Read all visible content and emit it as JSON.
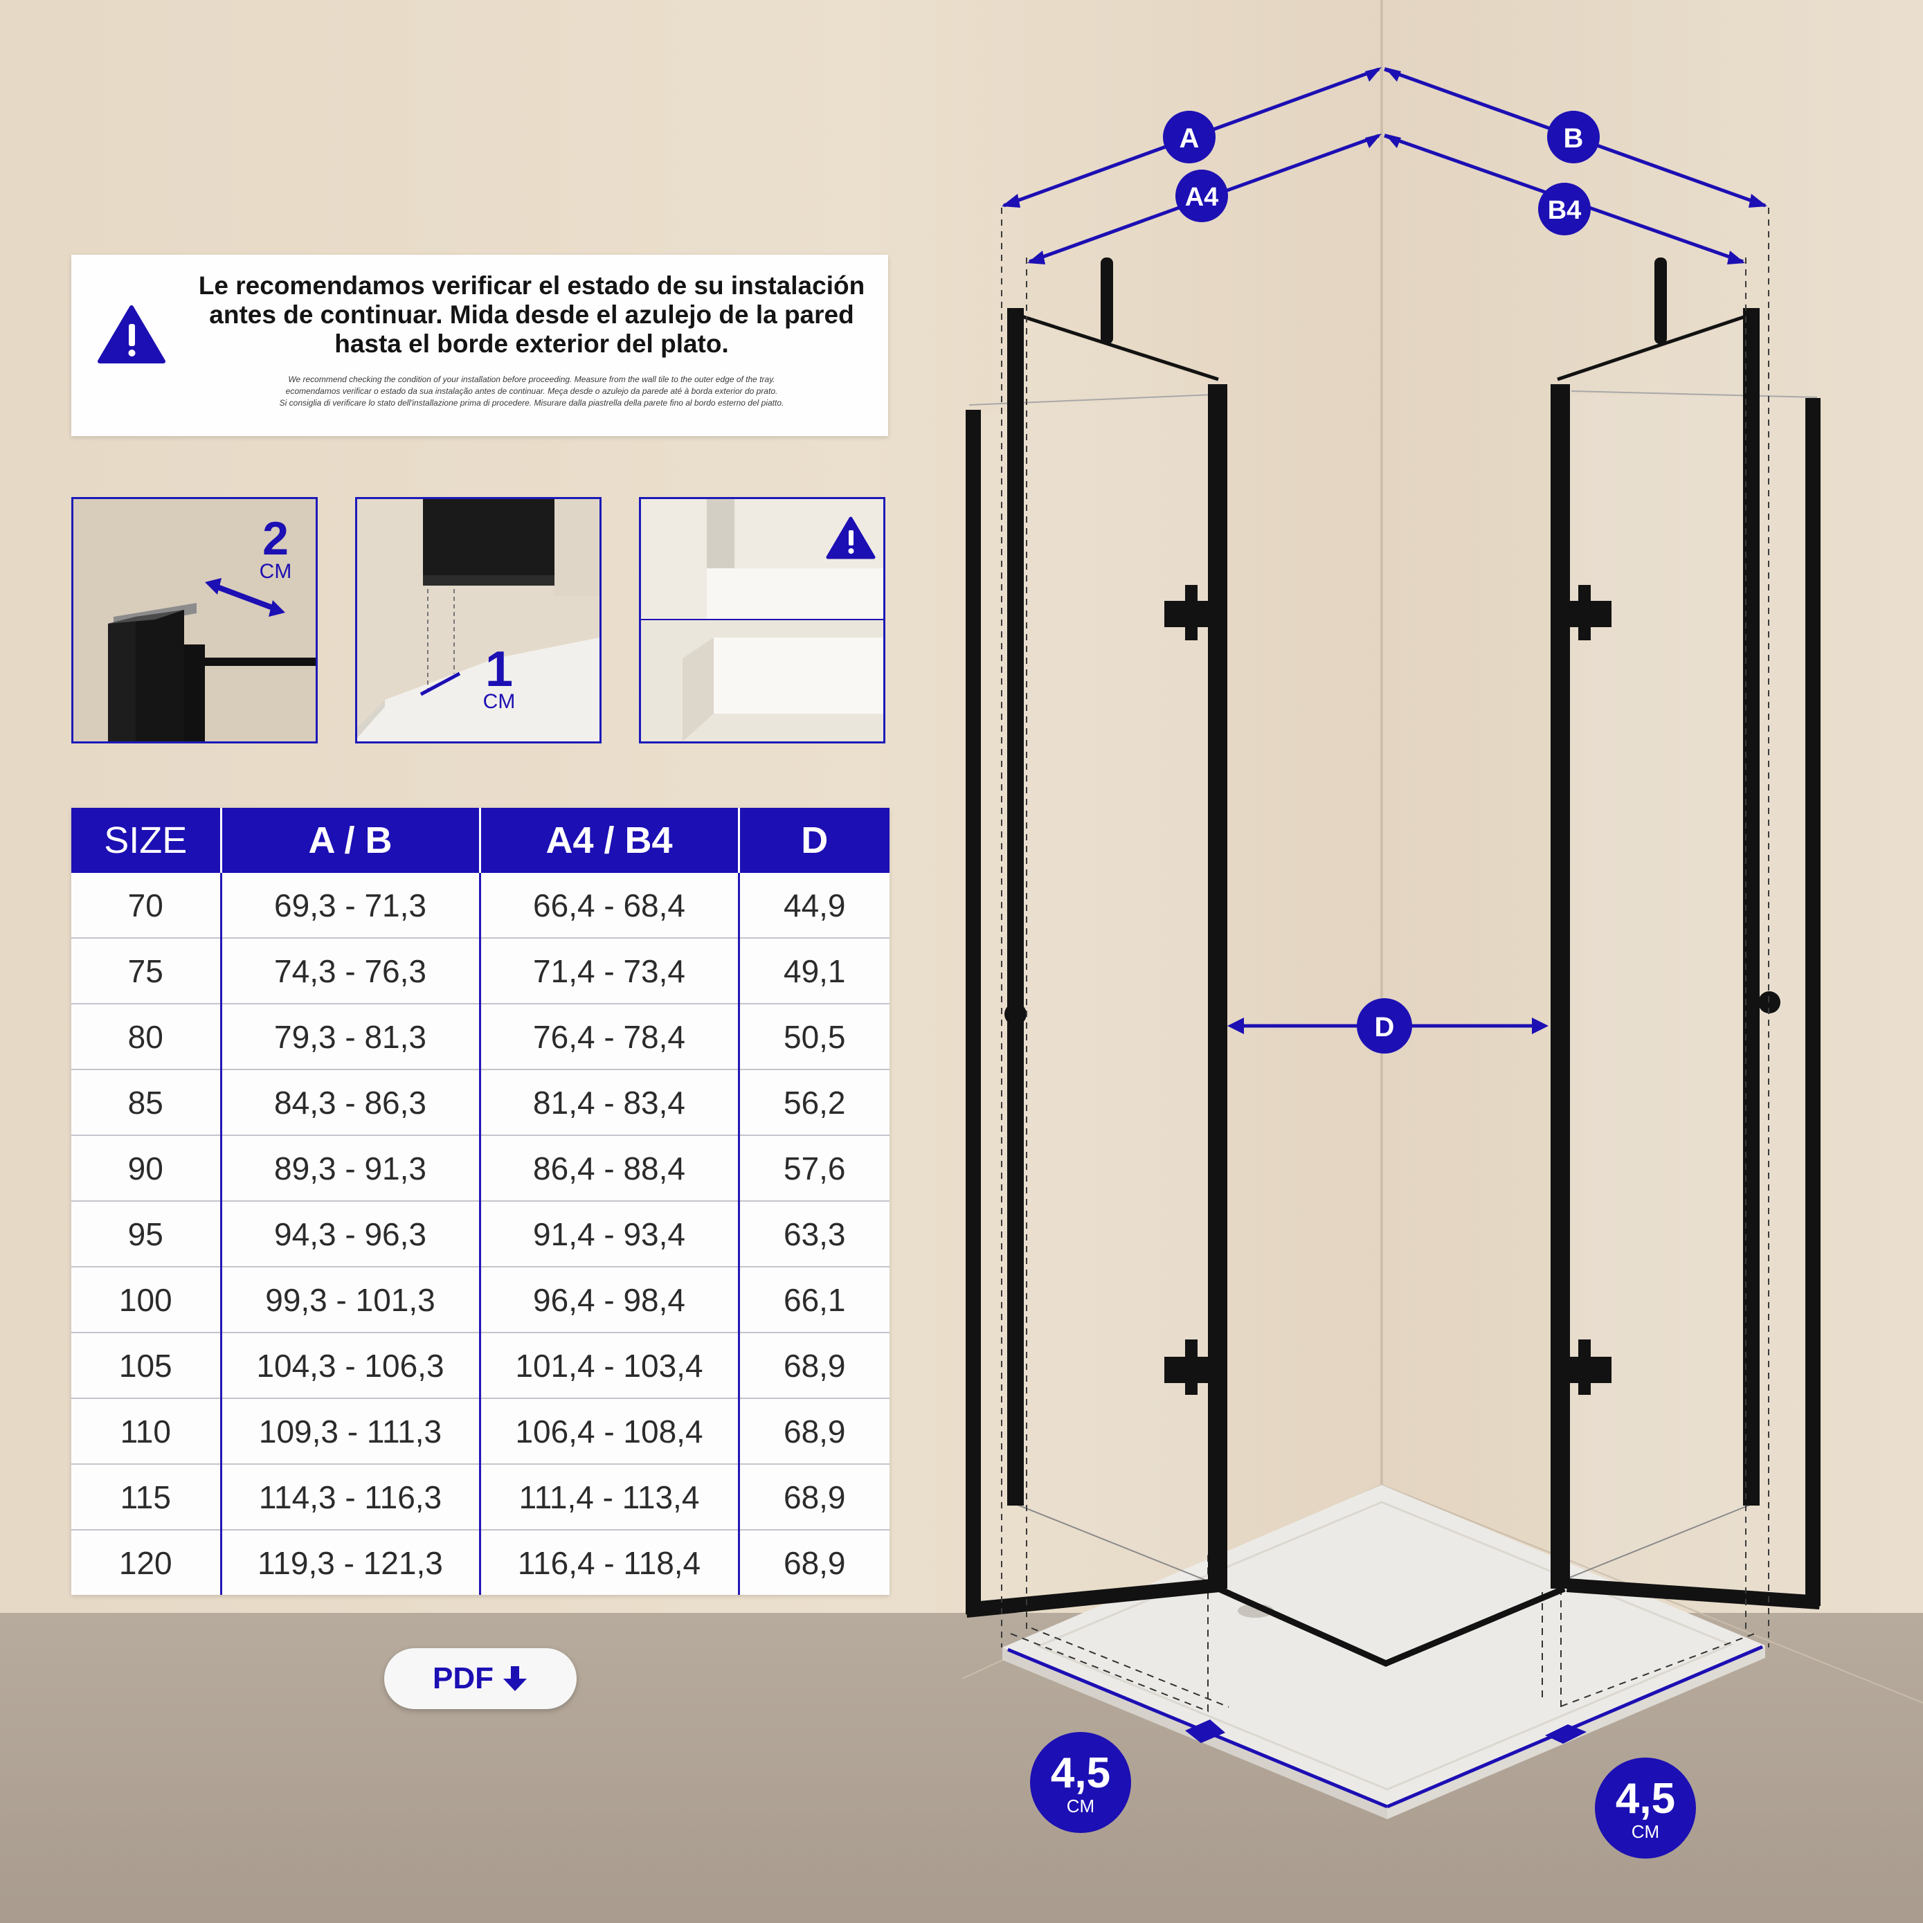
{
  "notice": {
    "title": "Le recomendamos verificar el estado de su instalación antes de continuar. Mida desde el azulejo de la pared hasta el borde exterior del plato.",
    "lines": [
      "We recommend checking the condition of your installation before proceeding. Measure from the wall tile to the outer edge of the tray.",
      "ecomendamos verificar o estado da sua instalação antes de continuar. Meça desde o azulejo da parede até à borda exterior do prato.",
      "Si consiglia di verificare lo stato dell'installazione prima di procedere. Misurare dalla piastrella della parete fino al bordo esterno del piatto."
    ]
  },
  "thumbs": {
    "profile": {
      "value": "2",
      "unit": "CM"
    },
    "gap": {
      "value": "1",
      "unit": "CM"
    },
    "warning_icon": "warning-icon"
  },
  "table": {
    "headers": [
      "SIZE",
      "A / B",
      "A4 / B4",
      "D"
    ],
    "rows": [
      [
        "70",
        "69,3 - 71,3",
        "66,4 - 68,4",
        "44,9"
      ],
      [
        "75",
        "74,3 - 76,3",
        "71,4 - 73,4",
        "49,1"
      ],
      [
        "80",
        "79,3 - 81,3",
        "76,4 - 78,4",
        "50,5"
      ],
      [
        "85",
        "84,3 - 86,3",
        "81,4 - 83,4",
        "56,2"
      ],
      [
        "90",
        "89,3 - 91,3",
        "86,4 - 88,4",
        "57,6"
      ],
      [
        "95",
        "94,3 - 96,3",
        "91,4 - 93,4",
        "63,3"
      ],
      [
        "100",
        "99,3 - 101,3",
        "96,4 - 98,4",
        "66,1"
      ],
      [
        "105",
        "104,3 - 106,3",
        "101,4 - 103,4",
        "68,9"
      ],
      [
        "110",
        "109,3 - 111,3",
        "106,4 - 108,4",
        "68,9"
      ],
      [
        "115",
        "114,3 - 116,3",
        "111,4 - 113,4",
        "68,9"
      ],
      [
        "120",
        "119,3 - 121,3",
        "116,4 - 118,4",
        "68,9"
      ]
    ]
  },
  "pdf_button": {
    "label": "PDF",
    "icon": "arrow-down-icon"
  },
  "diagram": {
    "labels": {
      "a": "A",
      "b": "B",
      "a4": "A4",
      "b4": "B4",
      "d": "D"
    },
    "offset_left": {
      "value": "4,5",
      "unit": "CM"
    },
    "offset_right": {
      "value": "4,5",
      "unit": "CM"
    }
  },
  "colors": {
    "accent": "#1c0fb3",
    "frame": "#121212",
    "wall": "#e8dcc9"
  }
}
